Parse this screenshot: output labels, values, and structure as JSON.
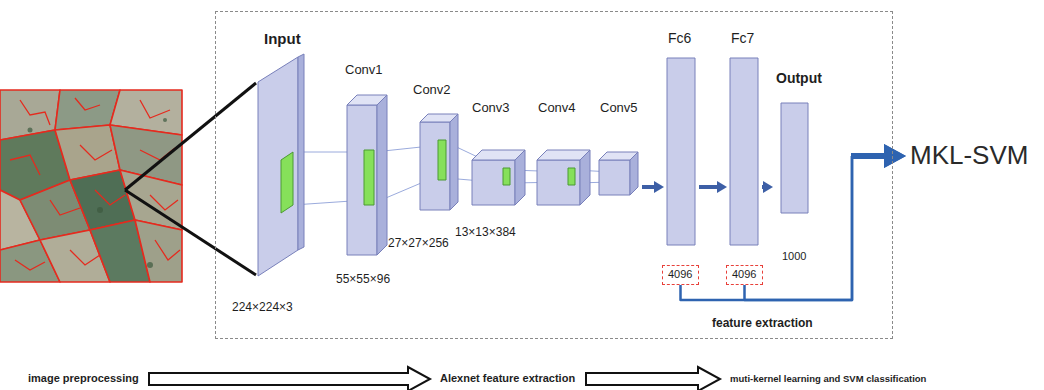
{
  "diagram": {
    "nodes": [
      {
        "text": [
          "feature extraction"
        ]
      },
      {
        "text": [
          "Input",
          "224×224×3"
        ],
        "in": 0
      },
      {
        "text": [
          "Conv1",
          "55×55×96"
        ],
        "in": 0
      },
      {
        "text": [
          "Conv2",
          "27×27×256"
        ],
        "in": 0
      },
      {
        "text": [
          "Conv3",
          "13×13×384"
        ],
        "in": 0
      },
      {
        "text": [
          "Conv4"
        ],
        "in": 0
      },
      {
        "text": [
          "Conv5"
        ],
        "in": 0
      },
      {
        "text": [
          "Fc6"
        ],
        "in": 0
      },
      {
        "text": [
          "Fc7"
        ],
        "in": 0
      },
      {
        "text": [
          "Output",
          "1000"
        ],
        "in": 0
      },
      {
        "text": [
          "4096"
        ],
        "in": 0
      },
      {
        "text": [
          "4096"
        ],
        "in": 0
      },
      {
        "text": [
          "MKL-SVM"
        ]
      },
      {
        "text": [
          "image preprocessing"
        ]
      },
      {
        "text": [
          "Alexnet feature extraction"
        ]
      },
      {
        "text": [
          "muti-kernel learning and SVM classification"
        ]
      }
    ],
    "edges": [
      {
        "from": 6,
        "to": 7,
        "arrow": "to"
      },
      {
        "from": 7,
        "to": 8,
        "arrow": "to"
      },
      {
        "from": 8,
        "to": 9,
        "arrow": "to"
      },
      {
        "from": 10,
        "to": 12,
        "arrow": "to"
      },
      {
        "from": 11,
        "to": 12,
        "arrow": "to"
      },
      {
        "from": 13,
        "to": 14,
        "arrow": "to"
      },
      {
        "from": 14,
        "to": 15,
        "arrow": "to"
      }
    ]
  }
}
